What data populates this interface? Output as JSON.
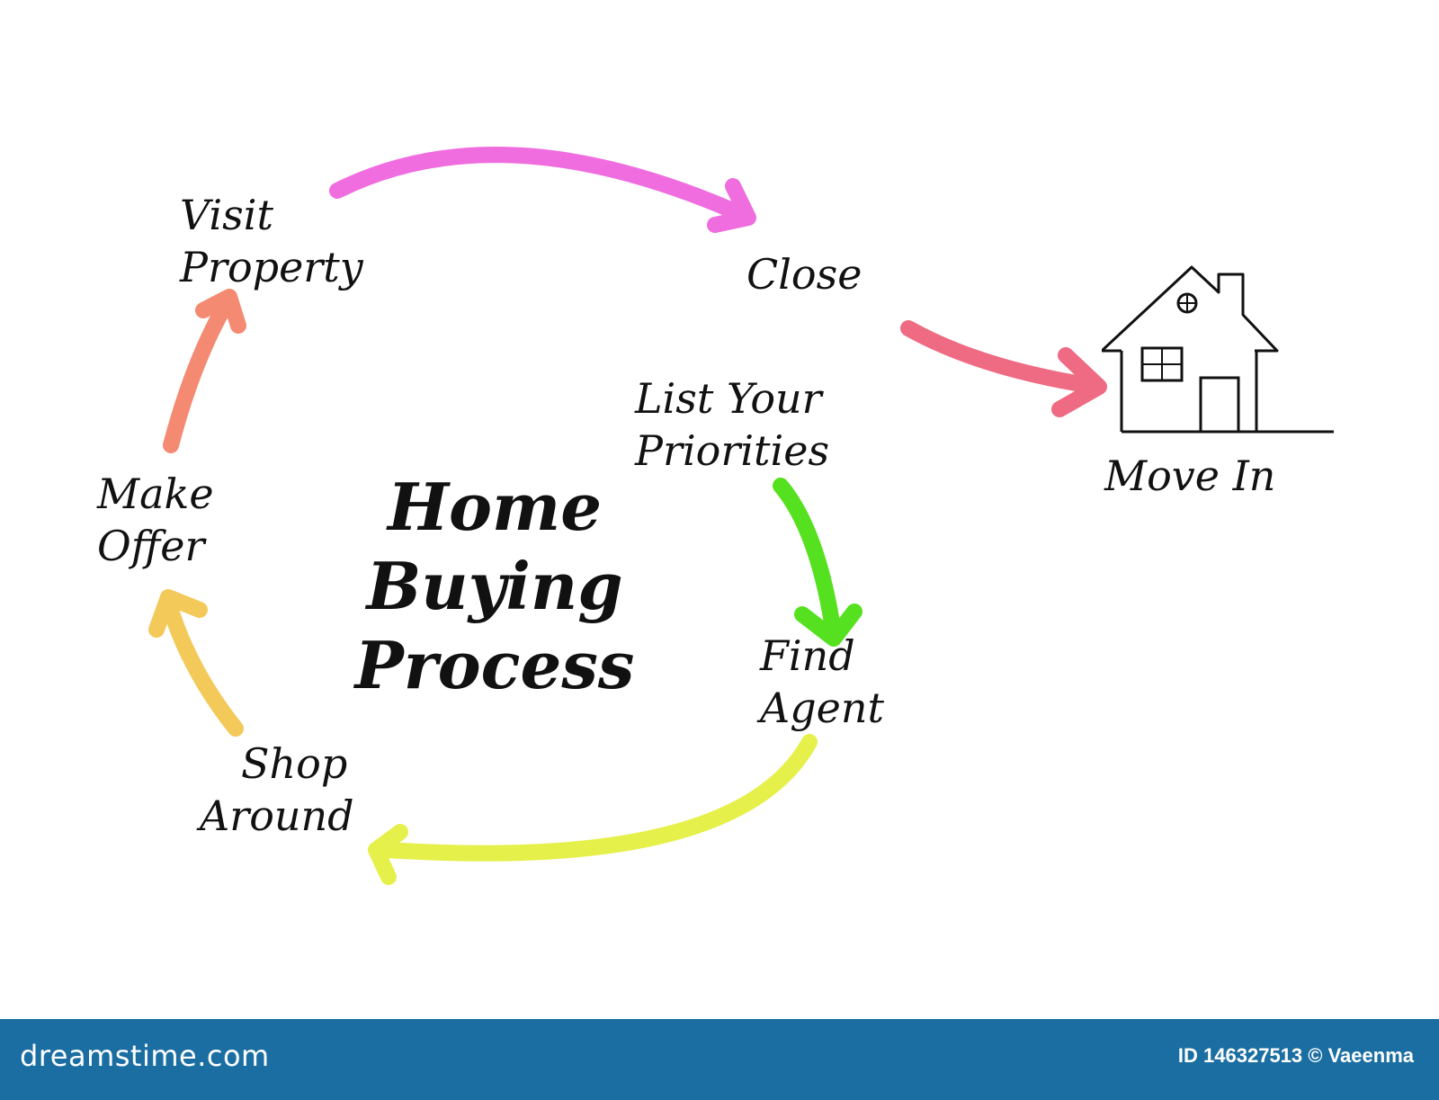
{
  "diagram": {
    "title_lines": [
      "Home",
      "Buying",
      "Process"
    ],
    "steps": {
      "list_priorities": [
        "List Your",
        "Priorities"
      ],
      "find_agent": [
        "Find",
        "Agent"
      ],
      "shop_around": [
        "Shop",
        "Around"
      ],
      "make_offer": [
        "Make",
        "Offer"
      ],
      "visit_property": [
        "Visit",
        "Property"
      ],
      "close": [
        "Close"
      ],
      "move_in": [
        "Move In"
      ]
    },
    "arrow_colors": {
      "priorities_to_agent": "#55e11f",
      "agent_to_shop": "#e6f04a",
      "shop_to_offer": "#f3c95a",
      "offer_to_visit": "#f58a72",
      "visit_to_close": "#f06ddf",
      "close_to_move_in": "#ef6a83"
    },
    "house_icon": "house-icon"
  },
  "footer": {
    "brand": "dreamstime.com",
    "credit": "ID 146327513 © Vaeenma",
    "color": "#1b6ea2"
  }
}
